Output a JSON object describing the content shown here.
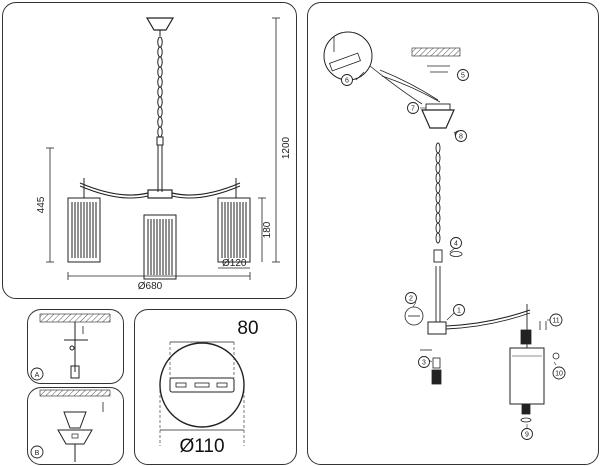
{
  "dimensions": {
    "total_height": "1200",
    "body_height": "445",
    "shade_height": "180",
    "shade_diameter": "Ø120",
    "total_width": "Ø680",
    "box_width": "80",
    "canopy_diameter": "Ø110"
  },
  "steps": {
    "a": "A",
    "b": "B"
  },
  "callouts": [
    "1",
    "2",
    "3",
    "4",
    "5",
    "6",
    "7",
    "8",
    "9",
    "10",
    "11"
  ]
}
